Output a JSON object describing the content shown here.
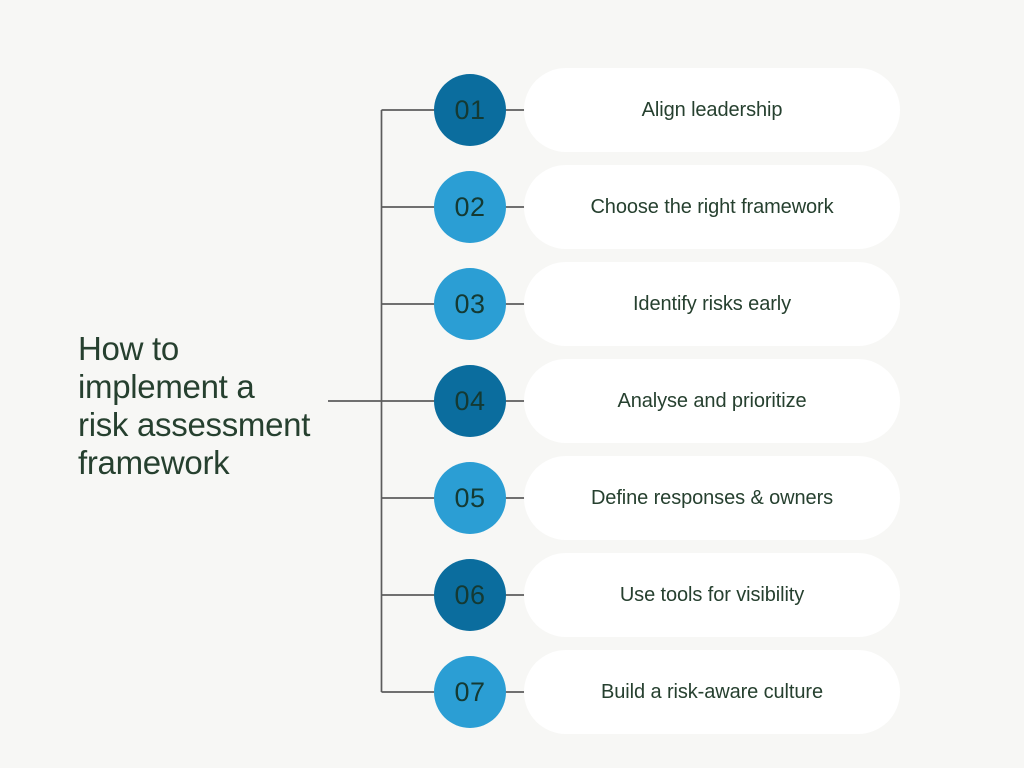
{
  "canvas": {
    "background_color": "#f7f7f5",
    "text_color": "#26402f",
    "line_color": "#5c5c5c",
    "card_color": "#ffffff",
    "badge_dark_color": "#0b6d9e",
    "badge_light_color": "#2b9ed4",
    "badge_number_color": "#143a33"
  },
  "title": {
    "lines": [
      "How to",
      "implement a",
      "risk assessment",
      "framework"
    ],
    "full_text": "How to implement a risk assessment framework"
  },
  "steps": [
    {
      "number": "01",
      "label": "Align leadership",
      "tone": "dark"
    },
    {
      "number": "02",
      "label": "Choose the right framework",
      "tone": "light"
    },
    {
      "number": "03",
      "label": "Identify risks early",
      "tone": "light"
    },
    {
      "number": "04",
      "label": "Analyse and prioritize",
      "tone": "dark"
    },
    {
      "number": "05",
      "label": "Define responses & owners",
      "tone": "light"
    },
    {
      "number": "06",
      "label": "Use tools for visibility",
      "tone": "dark"
    },
    {
      "number": "07",
      "label": "Build a risk-aware culture",
      "tone": "light"
    }
  ]
}
